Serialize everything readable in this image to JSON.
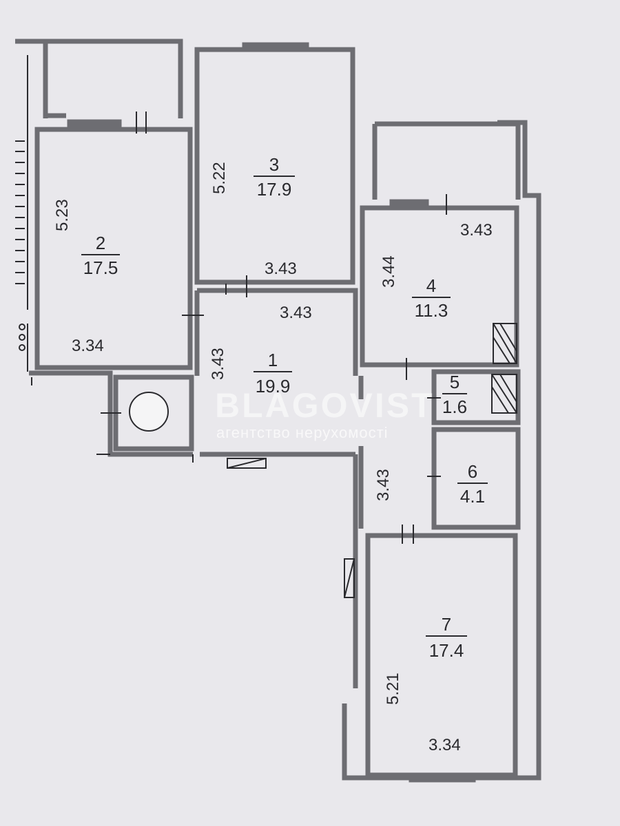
{
  "rooms": [
    {
      "id": "1",
      "number": "1",
      "area": "19.9"
    },
    {
      "id": "2",
      "number": "2",
      "area": "17.5"
    },
    {
      "id": "3",
      "number": "3",
      "area": "17.9"
    },
    {
      "id": "4",
      "number": "4",
      "area": "11.3"
    },
    {
      "id": "5",
      "number": "5",
      "area": "1.6"
    },
    {
      "id": "6",
      "number": "6",
      "area": "4.1"
    },
    {
      "id": "7",
      "number": "7",
      "area": "17.4"
    }
  ],
  "dimensions": {
    "room2_height": "5.23",
    "room2_width": "3.34",
    "room3_height": "5.22",
    "room3_width": "3.43",
    "room4_width": "3.43",
    "room4_height": "3.44",
    "room1_width": "3.43",
    "room1_height": "3.43",
    "corridor_height": "3.43",
    "room7_height": "5.21",
    "room7_width": "3.34"
  },
  "watermark": {
    "brand": "BLAGOVIST",
    "tagline": "агентство нерухомості"
  },
  "colors": {
    "paper": "#e9e8ec",
    "wall": "#6d6d72",
    "line": "#2a2a2e"
  }
}
